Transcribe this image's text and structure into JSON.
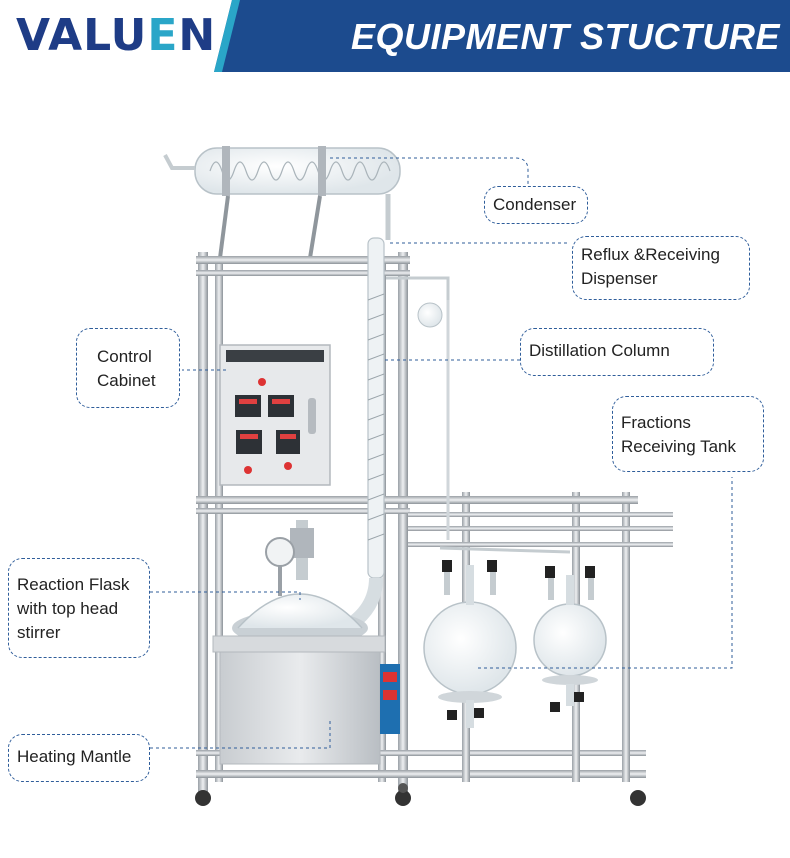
{
  "brand": {
    "logo_main": "VALU",
    "logo_accent": "E",
    "logo_end": "N"
  },
  "header": {
    "title": "EQUIPMENT STUCTURE"
  },
  "colors": {
    "navy": "#1e3c86",
    "header_blue": "#1c4b8e",
    "accent_cyan": "#2aa6c8",
    "leader": "#2f5d9a"
  },
  "labels": {
    "condenser": "Condenser",
    "reflux": [
      "Reflux &Receiving",
      "Dispenser"
    ],
    "distillation_column": "Distillation Column",
    "control_cabinet": [
      "Control",
      "Cabinet"
    ],
    "fractions_tank": [
      "Fractions",
      "Receiving Tank"
    ],
    "reaction_flask": [
      "Reaction Flask",
      "with top head",
      "stirrer"
    ],
    "heating_mantle": "Heating Mantle"
  }
}
